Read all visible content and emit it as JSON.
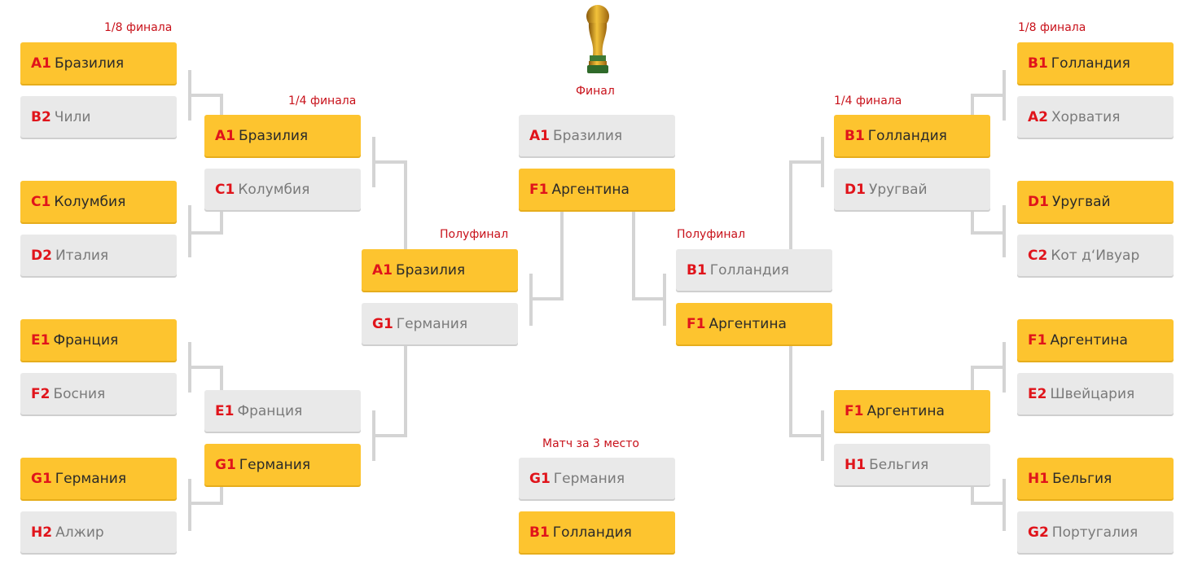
{
  "labels": {
    "r16_left": "1/8 финала",
    "r16_right": "1/8 финала",
    "qf_left": "1/4 финала",
    "qf_right": "1/4 финала",
    "sf_left": "Полуфинал",
    "sf_right": "Полуфинал",
    "final": "Финал",
    "third": "Матч за 3 место"
  },
  "r16_left": [
    {
      "code": "A1",
      "team": "Бразилия",
      "win": true
    },
    {
      "code": "B2",
      "team": "Чили",
      "win": false
    },
    {
      "code": "C1",
      "team": "Колумбия",
      "win": true
    },
    {
      "code": "D2",
      "team": "Италия",
      "win": false
    },
    {
      "code": "E1",
      "team": "Франция",
      "win": true
    },
    {
      "code": "F2",
      "team": "Босния",
      "win": false
    },
    {
      "code": "G1",
      "team": "Германия",
      "win": true
    },
    {
      "code": "H2",
      "team": "Алжир",
      "win": false
    }
  ],
  "qf_left": [
    {
      "code": "A1",
      "team": "Бразилия",
      "win": true
    },
    {
      "code": "C1",
      "team": "Колумбия",
      "win": false
    },
    {
      "code": "E1",
      "team": "Франция",
      "win": false
    },
    {
      "code": "G1",
      "team": "Германия",
      "win": true
    }
  ],
  "sf_left": [
    {
      "code": "A1",
      "team": "Бразилия",
      "win": true
    },
    {
      "code": "G1",
      "team": "Германия",
      "win": false
    }
  ],
  "final": [
    {
      "code": "A1",
      "team": "Бразилия",
      "win": false
    },
    {
      "code": "F1",
      "team": "Аргентина",
      "win": true
    }
  ],
  "third": [
    {
      "code": "G1",
      "team": "Германия",
      "win": false
    },
    {
      "code": "B1",
      "team": "Голландия",
      "win": true
    }
  ],
  "sf_right": [
    {
      "code": "B1",
      "team": "Голландия",
      "win": false
    },
    {
      "code": "F1",
      "team": "Аргентина",
      "win": true
    }
  ],
  "qf_right": [
    {
      "code": "B1",
      "team": "Голландия",
      "win": true
    },
    {
      "code": "D1",
      "team": "Уругвай",
      "win": false
    },
    {
      "code": "F1",
      "team": "Аргентина",
      "win": true
    },
    {
      "code": "H1",
      "team": "Бельгия",
      "win": false
    }
  ],
  "r16_right": [
    {
      "code": "B1",
      "team": "Голландия",
      "win": true
    },
    {
      "code": "A2",
      "team": "Хорватия",
      "win": false
    },
    {
      "code": "D1",
      "team": "Уругвай",
      "win": true
    },
    {
      "code": "C2",
      "team": "Кот д‘Ивуар",
      "win": false
    },
    {
      "code": "F1",
      "team": "Аргентина",
      "win": true
    },
    {
      "code": "E2",
      "team": "Швейцария",
      "win": false
    },
    {
      "code": "H1",
      "team": "Бельгия",
      "win": true
    },
    {
      "code": "G2",
      "team": "Португалия",
      "win": false
    }
  ],
  "icons": {
    "trophy": "world-cup-trophy-icon"
  },
  "colors": {
    "winner": "#fdc42f",
    "loser": "#e9e9e9",
    "code": "#e0141b",
    "label": "#c8111a"
  }
}
